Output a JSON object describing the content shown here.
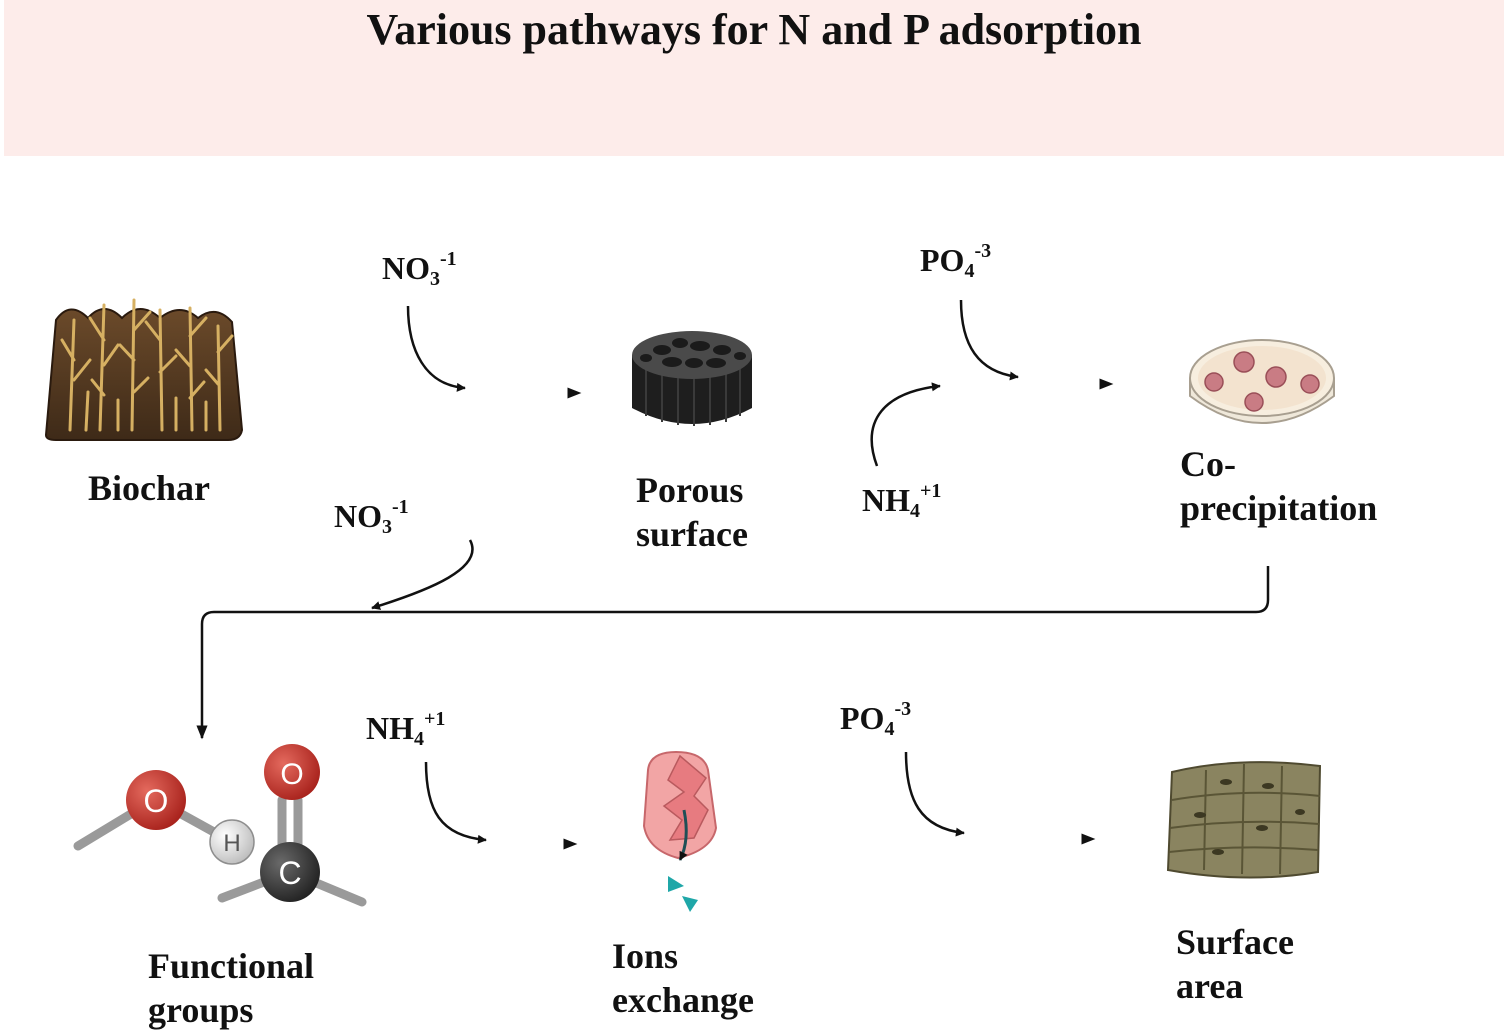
{
  "title": "Various pathways for N and P adsorption",
  "colors": {
    "banner": "#fdecea",
    "arrow": "#111111",
    "oxygen": "#c8302a",
    "carbon": "#3a3a3a",
    "hydrogen": "#e6e6e6",
    "teal": "#1fa7a8"
  },
  "nodes": {
    "biochar": "Biochar",
    "porous": [
      "Porous",
      "surface"
    ],
    "coprecip": [
      "Co-",
      "precipitation"
    ],
    "functional": [
      "Functional",
      "groups"
    ],
    "ions": [
      "Ions",
      "exchange"
    ],
    "surface": [
      "Surface",
      "area"
    ]
  },
  "ions": {
    "no3": {
      "base": "NO",
      "sub": "3",
      "sup": "-1"
    },
    "po4": {
      "base": "PO",
      "sub": "4",
      "sup": "-3"
    },
    "nh4": {
      "base": "NH",
      "sub": "4",
      "sup": "+1"
    }
  },
  "atoms": {
    "o": "O",
    "h": "H",
    "c": "C"
  }
}
